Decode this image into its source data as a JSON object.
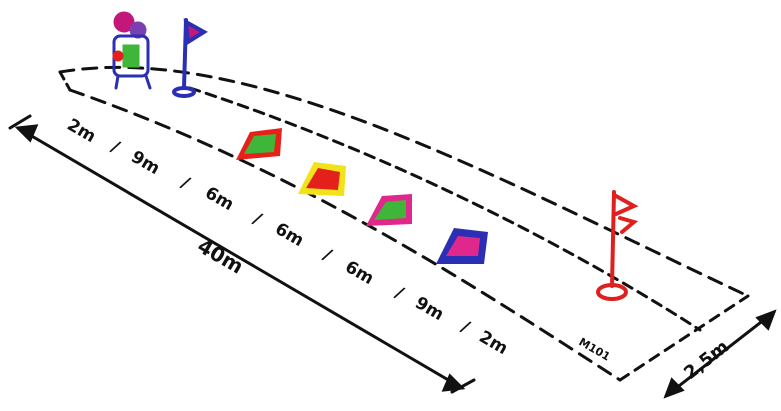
{
  "diagram": {
    "segment_labels": [
      "2m",
      "9m",
      "6m",
      "6m",
      "6m",
      "9m",
      "2m"
    ],
    "separator": "/",
    "total_length": "40m",
    "width": "2,5m",
    "finish_marker": "M101",
    "colors": {
      "line": "#111111",
      "flag_start": "#2b2fb3",
      "flag_finish": "#e0201e",
      "child_figure": "#2b2fb3",
      "board_1": {
        "frame": "#e8201a",
        "face": "#3fb63a"
      },
      "board_2": {
        "frame": "#f2e21a",
        "face": "#e3201b"
      },
      "board_3": {
        "frame": "#e0288c",
        "face": "#3fb63a"
      },
      "board_4": {
        "frame": "#2b2fb3",
        "face": "#e0288c"
      }
    }
  }
}
